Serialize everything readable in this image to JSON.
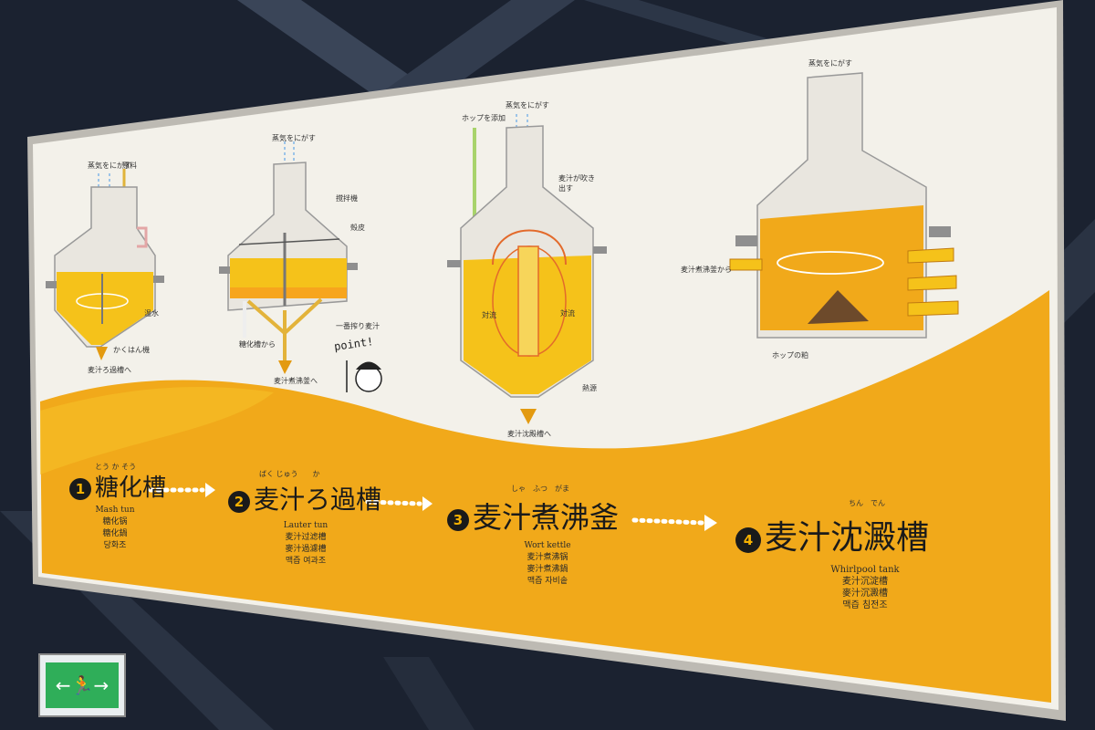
{
  "colors": {
    "wall": "#1b2230",
    "board": "#f3f1ea",
    "amber": "#f1a91a",
    "dark": "#1a1a1a",
    "liquid": "#f5c21a"
  },
  "diagram_labels": {
    "d1_top_left": "蒸気をにがす",
    "d1_top_right": "原料",
    "d1_water": "温水",
    "d1_stir": "かくはん機",
    "d1_out": "麦汁ろ過槽へ",
    "d2_top": "蒸気をにがす",
    "d2_a": "撹拌機",
    "d2_b": "殻皮",
    "d2_c": "一番搾り麦汁",
    "d2_in": "糖化槽から",
    "d2_out": "麦汁煮沸釜へ",
    "d3_hop": "ホップを添加",
    "d3_top": "蒸気をにがす",
    "d3_spout": "麦汁が吹き出す",
    "d3_conv_l": "対流",
    "d3_conv_r": "対流",
    "d3_heat": "熱源",
    "d3_out": "麦汁沈殿槽へ",
    "d4_top": "蒸気をにがす",
    "d4_in": "麦汁煮沸釜から",
    "d4_lees": "ホップの粕",
    "point": "point!"
  },
  "steps": [
    {
      "num": "1",
      "ruby": "とう か そう",
      "title": "糖化槽",
      "en": "Mash tun",
      "zh1": "糖化锅",
      "zh2": "糖化鍋",
      "ko": "당화조"
    },
    {
      "num": "2",
      "ruby": "ばく じゅう　　か",
      "title": "麦汁ろ過槽",
      "en": "Lauter tun",
      "zh1": "麦汁过滤槽",
      "zh2": "麥汁過濾槽",
      "ko": "맥즙 여과조"
    },
    {
      "num": "3",
      "ruby": "しゃ　ふつ　がま",
      "title": "麦汁煮沸釜",
      "en": "Wort kettle",
      "zh1": "麦汁煮沸锅",
      "zh2": "麥汁煮沸鍋",
      "ko": "맥즙 자비솥"
    },
    {
      "num": "4",
      "ruby": "ちん　でん",
      "title": "麦汁沈澱槽",
      "en": "Whirlpool tank",
      "zh1": "麦汁沉淀槽",
      "zh2": "麥汁沉澱槽",
      "ko": "맥즙 침전조"
    }
  ],
  "exit_sign": "←🏃→"
}
